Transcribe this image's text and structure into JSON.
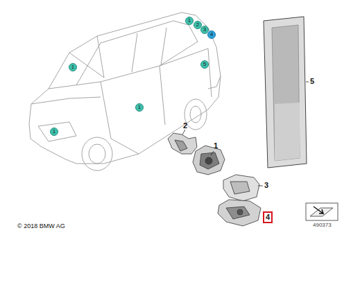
{
  "diagram": {
    "nodes": [
      {
        "text": [
          "1"
        ]
      },
      {
        "text": [
          "2"
        ]
      },
      {
        "text": [
          "3"
        ]
      },
      {
        "text": [
          "4"
        ]
      },
      {
        "text": [
          "5"
        ]
      },
      {
        "text": [
          "1"
        ]
      },
      {
        "text": [
          "1"
        ]
      },
      {
        "text": [
          "1"
        ]
      },
      {
        "text": [
          "4"
        ]
      }
    ],
    "labels": [
      "5",
      "2",
      "1",
      "3",
      "© 2018 BMW AG",
      "490373"
    ]
  }
}
